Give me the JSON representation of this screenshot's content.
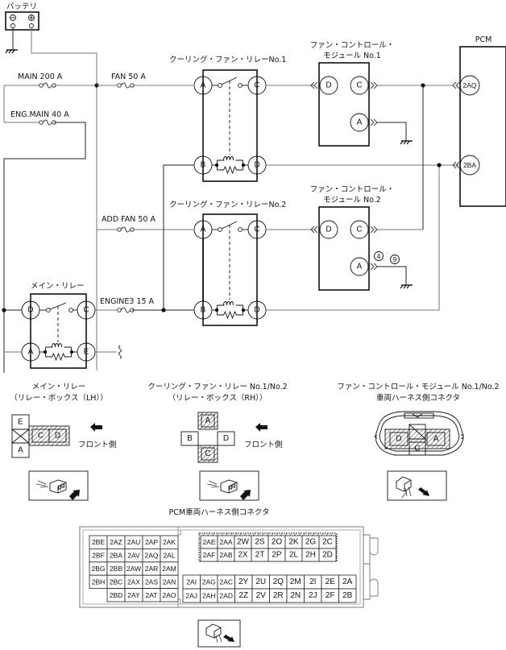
{
  "diagram": {
    "battery": {
      "label": "バッテリ",
      "neg": "⊖",
      "pos": "⊕"
    },
    "fuses": {
      "main": "MAIN 200 A",
      "eng_main": "ENG.MAIN 40 A",
      "fan": "FAN 50 A",
      "add_fan": "ADD FAN 50 A",
      "engine3": "ENGINE3 15 A"
    },
    "relays": {
      "cooling_fan_1": {
        "label": "クーリング・ファン・リレーNo.1",
        "pins": [
          "A",
          "C",
          "B",
          "D"
        ]
      },
      "cooling_fan_2": {
        "label": "クーリング・ファン・リレーNo.2",
        "pins": [
          "A",
          "C",
          "B",
          "D"
        ]
      },
      "main_relay": {
        "label": "メイン・リレー",
        "pins": [
          "D",
          "C",
          "A",
          "E"
        ]
      }
    },
    "modules": {
      "fan_control_1": {
        "label_line1": "ファン・コントロール・",
        "label_line2": "モジュール No.1",
        "pins": [
          "D",
          "C",
          "A"
        ]
      },
      "fan_control_2": {
        "label_line1": "ファン・コントロール・",
        "label_line2": "モジュール No.2",
        "pins": [
          "D",
          "C",
          "A"
        ],
        "markers": [
          "4",
          "9"
        ]
      }
    },
    "pcm": {
      "label": "PCM",
      "pins": [
        "2AQ",
        "2BA"
      ]
    }
  },
  "connectors": {
    "main_relay": {
      "title_line1": "メイン・リレー",
      "title_line2": "（リレー・ボックス（LH））",
      "pins": [
        "E",
        "C",
        "D",
        "A"
      ],
      "front_label": "フロント側"
    },
    "cooling_fan_relay": {
      "title_line1": "クーリング・ファン・リレー No.1/No.2",
      "title_line2": "（リレー・ボックス（RH））",
      "pins": [
        "A",
        "B",
        "D",
        "C"
      ],
      "front_label": "フロント側"
    },
    "fan_control_module": {
      "title_line1": "ファン・コントロール・モジュール No.1/No.2",
      "title_line2": "車両ハーネス側コネクタ",
      "pins": [
        "D",
        "C",
        "A"
      ]
    },
    "pcm": {
      "title": "PCM車両ハーネス側コネクタ",
      "left_block": [
        [
          "2BE",
          "2AZ",
          "2AU",
          "2AP",
          "2AK"
        ],
        [
          "2BF",
          "2BA",
          "2AV",
          "2AQ",
          "2AL"
        ],
        [
          "2BG",
          "2BB",
          "2AW",
          "2AR",
          "2AM"
        ],
        [
          "2BH",
          "2BC",
          "2AX",
          "2AS",
          "2AN"
        ],
        [
          "",
          "2BD",
          "2AY",
          "2AT",
          "2AO"
        ]
      ],
      "top_block": [
        [
          "2AE",
          "2AA",
          "2W",
          "2S",
          "2O",
          "2K",
          "2G",
          "2C"
        ],
        [
          "2AF",
          "2AB",
          "2X",
          "2T",
          "2P",
          "2L",
          "2H",
          "2D"
        ]
      ],
      "bottom_block": [
        [
          "2AI",
          "2AG",
          "2AC",
          "2Y",
          "2U",
          "2Q",
          "2M",
          "2I",
          "2E",
          "2A"
        ],
        [
          "2AJ",
          "2AH",
          "2AD",
          "2Z",
          "2V",
          "2R",
          "2N",
          "2J",
          "2F",
          "2B"
        ]
      ]
    }
  }
}
